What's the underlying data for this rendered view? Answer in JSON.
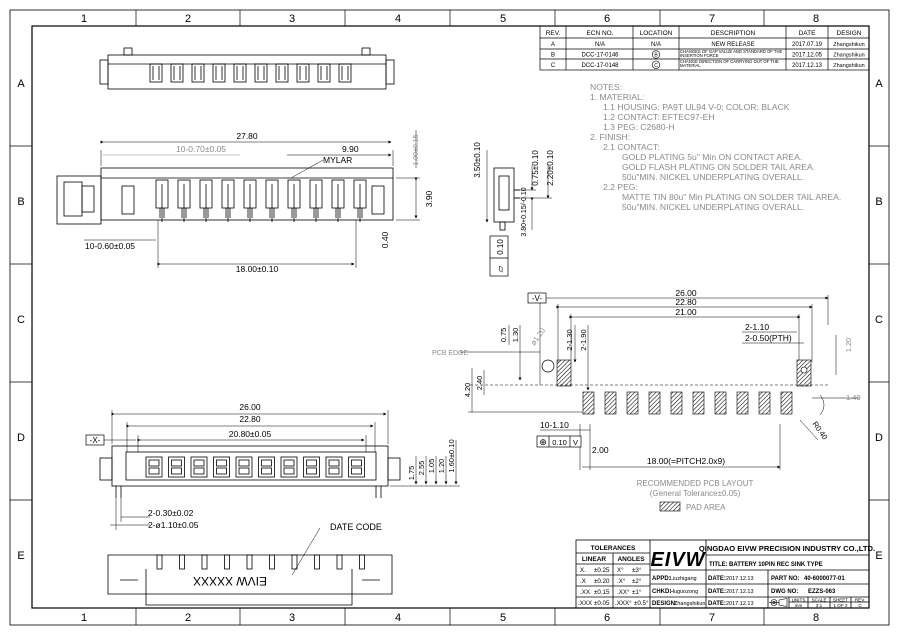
{
  "border": {
    "columns": [
      "1",
      "2",
      "3",
      "4",
      "5",
      "6",
      "7",
      "8"
    ],
    "rows": [
      "A",
      "B",
      "C",
      "D",
      "E"
    ]
  },
  "revision_table": {
    "headers": [
      "REV.",
      "ECN NO.",
      "LOCATION",
      "DESCRIPTION",
      "DATE",
      "DESIGN"
    ],
    "rows": [
      {
        "rev": "A",
        "ecn": "N/A",
        "location": "N/A",
        "description": "NEW RELEASE",
        "date": "2017.07.19",
        "design": "Zhangshikun"
      },
      {
        "rev": "B",
        "ecn": "DCC-17-0146",
        "location": "B",
        "description": "CHANGES OF GAP VALUE AND STANDARD OF THE INSERTION FORCE",
        "date": "2017.12.05",
        "design": "Zhangshikun"
      },
      {
        "rev": "C",
        "ecn": "DCC-17-0148",
        "location": "C",
        "description": "CHANGE DIRECTION OF CARRYING OUT OF THE MATERIAL",
        "date": "2017.12.13",
        "design": "Zhangshikun"
      }
    ]
  },
  "notes": [
    "NOTES:",
    "1. MATERIAL:",
    "1.1 HOUSING: PA9T UL94 V-0; COLOR: BLACK",
    "1.2 CONTACT: EFTEC97-EH",
    "1.3 PEG: C2680-H",
    "2. FINISH:",
    "2.1 CONTACT:",
    "GOLD PLATING 5u\" Min ON CONTACT AREA.",
    "GOLD FLASH PLATING ON SOLDER TAIL AREA.",
    "50u\"MIN. NICKEL UNDERPLATING OVERALL.",
    "2.2 PEG:",
    "MATTE TIN 80u\" Min PLATING ON SOLDER TAIL AREA.",
    "50u\"MIN. NICKEL UNDERPLATING OVERALL."
  ],
  "front_view": {
    "dim_overall": "27.80",
    "dim_pitch": "10-0.70±0.05",
    "dim_right": "9.90",
    "dim_top_right": "1.00±0.15",
    "mylar": "MYLAR",
    "dim_height": "3.90",
    "dim_small": "0.40",
    "dim_tail_width": "10-0.60±0.05",
    "dim_tail_span": "18.00±0.10"
  },
  "side_view": {
    "dim_a": "3.50±0.10",
    "dim_b": "0.75±0.10",
    "dim_c": "2.20±0.10",
    "dim_d": "3.80+0.15/-0.10",
    "flatness_sym": "▱",
    "flatness_val": "0.10"
  },
  "bottom_view": {
    "datum": "-X-",
    "dim_overall": "26.00",
    "dim_mid": "22.80",
    "dim_inner": "20.80±0.05",
    "dim_1_75": "1.75",
    "dim_2_55": "2.55",
    "dim_1_05": "1.05",
    "dim_1_20": "1.20",
    "dim_1_60": "1.60±0.10",
    "dim_peg_w": "2-0.30±0.02",
    "dim_peg_d": "2-ø1.10±0.05"
  },
  "label_view": {
    "date_code": "DATE CODE",
    "mark_text": "EIVW XXXXX"
  },
  "pcb_layout": {
    "datum": "-V-",
    "dim_26": "26.00",
    "dim_22_80": "22.80",
    "dim_21": "21.00",
    "dim_2_110": "2-1.10",
    "dim_pth": "2-0.50(PTH)",
    "dim_075": "0.75",
    "dim_130": "1.30",
    "dim_ph": "ø1.20",
    "dim_2_130": "2-1.30",
    "dim_2_190": "2-1.90",
    "pcb_edge": "PCB EDGE",
    "dim_240": "2.40",
    "dim_420": "4.20",
    "dim_120": "1.20",
    "dim_140": "1.40",
    "dim_r040": "R0.40",
    "dim_10_110": "10-1.10",
    "pos_sym": "⊕",
    "pos_val": "0.10",
    "pos_ref": "V",
    "dim_200": "2.00",
    "dim_pitch": "18.00(=PITCH2.0x9)",
    "title": "RECOMMENDED PCB LAYOUT",
    "tolerance": "(General Tolerance±0.05)",
    "pad_area": "PAD AREA"
  },
  "title_block": {
    "tol_title": "TOLERANCES",
    "tol_linear": "LINEAR",
    "tol_angles": "ANGLES",
    "tol_rows": [
      {
        "lin_k": "X.",
        "lin_v": "±0.25",
        "ang_k": "X°",
        "ang_v": "±3°"
      },
      {
        "lin_k": ".X",
        "lin_v": "±0.20",
        "ang_k": ".X°",
        "ang_v": "±2°"
      },
      {
        "lin_k": ".XX",
        "lin_v": "±0.15",
        "ang_k": ".XX°",
        "ang_v": "±1°"
      },
      {
        "lin_k": ".XXX",
        "lin_v": "±0.05",
        "ang_k": ".XXX°",
        "ang_v": "±0.5°"
      }
    ],
    "logo": "EIVW",
    "company": "QINGDAO EIVW PRECISION INDUSTRY CO.,LTD.",
    "title_label": "TITLE:",
    "title_value": "BATTERY 10PIN REC SINK TYPE",
    "appd_label": "APPD:",
    "appd_value": "Liuzhigang",
    "chkd_label": "CHKD:",
    "chkd_value": "Huguozong",
    "design_label": "DESIGN:",
    "design_value": "Zhangshikun",
    "date_label": "DATE:",
    "date_value": "2017.12.13",
    "part_label": "PART NO:",
    "part_value": "40-6000077-01",
    "dwg_label": "DWG NO:",
    "dwg_value": "EZZS-063",
    "units_label": "UNITS",
    "units_value": "mm",
    "scale_label": "SCALE",
    "scale_value": "3:1",
    "sheet_label": "SHEET",
    "sheet_value": "1 OF 2",
    "rev_label": "REV.",
    "rev_value": "C"
  }
}
